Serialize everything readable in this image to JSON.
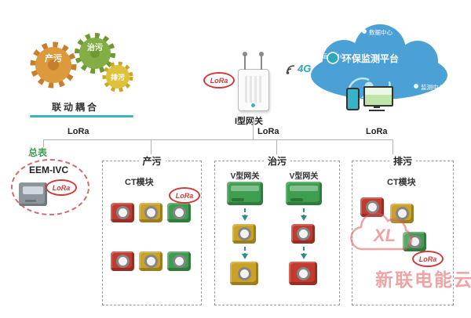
{
  "labels": {
    "lora": "LoRa"
  },
  "gears": {
    "g1": "产污",
    "g2": "治污",
    "g3": "排污",
    "caption": "联动耦合"
  },
  "gateway": {
    "label": "I型网关"
  },
  "network": {
    "label_4g": "4G"
  },
  "cloud": {
    "title": "环保监测平台",
    "node_top": "数据中心",
    "node_left": "运维中心",
    "node_right": "监测中心"
  },
  "bus": {
    "lora_left": "LoRa",
    "lora_center": "LoRa",
    "lora_right": "LoRa"
  },
  "meter": {
    "label": "总表",
    "model": "EEM-IVC"
  },
  "box_chanwu": {
    "title": "产污",
    "module": "CT模块"
  },
  "box_zhiwu": {
    "title": "治污",
    "gateway_left": "V型网关",
    "gateway_right": "V型网关"
  },
  "box_paiwu": {
    "title": "排污",
    "module": "CT模块"
  },
  "watermark": {
    "logo": "XL",
    "text": "新联电能云"
  },
  "colors": {
    "accent_teal": "#3BB4C1",
    "cloud_blue": "#4BA0D6",
    "lora_red": "#D03A3A",
    "gear_orange": "#DD9A3C",
    "gear_green": "#83AE45",
    "gear_yellow": "#DFC23C",
    "device_red": "#C23B2E",
    "device_yellow": "#C9A227",
    "device_green": "#3E9E4F",
    "watermark_red": "#E2595C",
    "line_gray": "#B3B3B3"
  }
}
